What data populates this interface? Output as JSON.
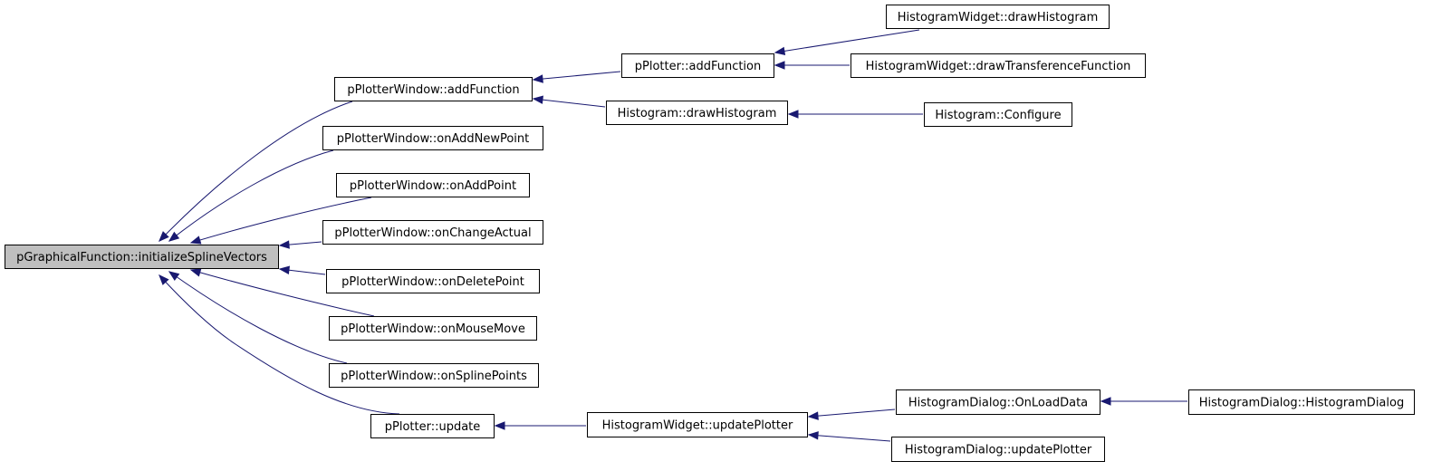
{
  "graph": {
    "colors": {
      "edge": "#191970",
      "node_border": "#000000",
      "node_fill": "#ffffff",
      "highlight_fill": "#bfbfbf"
    },
    "nodes": [
      {
        "id": "n0",
        "label": "pGraphicalFunction::initializeSplineVectors",
        "highlight": true
      },
      {
        "id": "n1",
        "label": "pPlotterWindow::addFunction"
      },
      {
        "id": "n2",
        "label": "pPlotterWindow::onAddNewPoint"
      },
      {
        "id": "n3",
        "label": "pPlotterWindow::onAddPoint"
      },
      {
        "id": "n4",
        "label": "pPlotterWindow::onChangeActual"
      },
      {
        "id": "n5",
        "label": "pPlotterWindow::onDeletePoint"
      },
      {
        "id": "n6",
        "label": "pPlotterWindow::onMouseMove"
      },
      {
        "id": "n7",
        "label": "pPlotterWindow::onSplinePoints"
      },
      {
        "id": "n8",
        "label": "pPlotter::update"
      },
      {
        "id": "n9",
        "label": "pPlotter::addFunction"
      },
      {
        "id": "n10",
        "label": "Histogram::drawHistogram"
      },
      {
        "id": "n11",
        "label": "HistogramWidget::drawHistogram"
      },
      {
        "id": "n12",
        "label": "HistogramWidget::drawTransferenceFunction"
      },
      {
        "id": "n13",
        "label": "Histogram::Configure"
      },
      {
        "id": "n14",
        "label": "HistogramWidget::updatePlotter"
      },
      {
        "id": "n15",
        "label": "HistogramDialog::OnLoadData"
      },
      {
        "id": "n16",
        "label": "HistogramDialog::updatePlotter"
      },
      {
        "id": "n17",
        "label": "HistogramDialog::HistogramDialog"
      }
    ],
    "edges": [
      {
        "from": "n1",
        "to": "n0"
      },
      {
        "from": "n2",
        "to": "n0"
      },
      {
        "from": "n3",
        "to": "n0"
      },
      {
        "from": "n4",
        "to": "n0"
      },
      {
        "from": "n5",
        "to": "n0"
      },
      {
        "from": "n6",
        "to": "n0"
      },
      {
        "from": "n7",
        "to": "n0"
      },
      {
        "from": "n8",
        "to": "n0"
      },
      {
        "from": "n9",
        "to": "n1"
      },
      {
        "from": "n10",
        "to": "n1"
      },
      {
        "from": "n11",
        "to": "n9"
      },
      {
        "from": "n12",
        "to": "n9"
      },
      {
        "from": "n13",
        "to": "n10"
      },
      {
        "from": "n14",
        "to": "n8"
      },
      {
        "from": "n15",
        "to": "n14"
      },
      {
        "from": "n16",
        "to": "n14"
      },
      {
        "from": "n17",
        "to": "n15"
      }
    ]
  }
}
